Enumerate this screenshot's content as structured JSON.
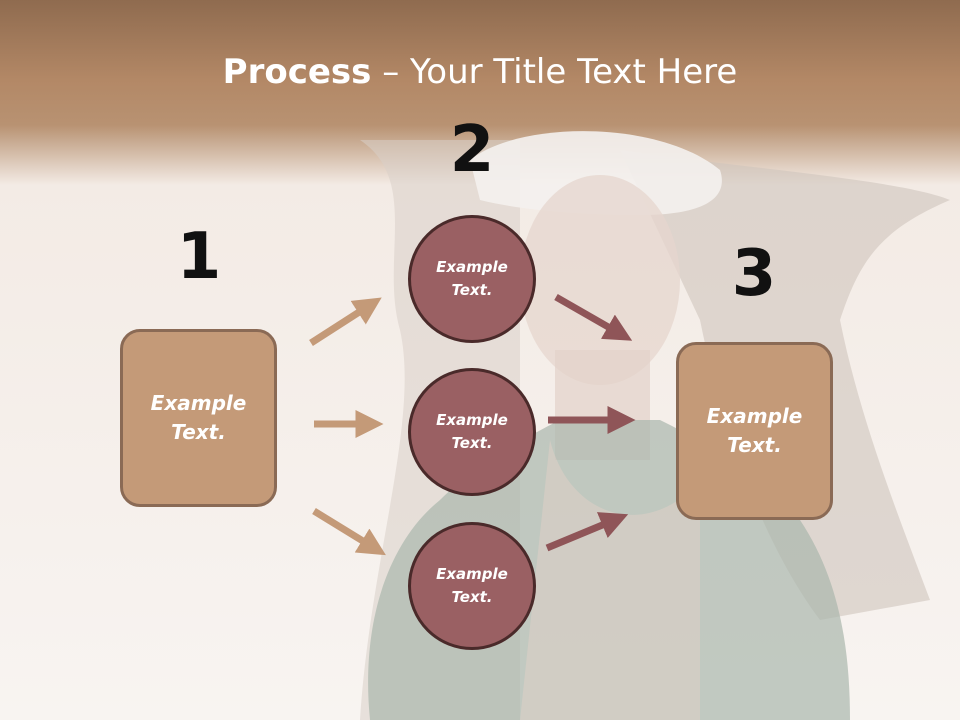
{
  "slide": {
    "title_bold": "Process",
    "title_dash": "–",
    "title_rest": "Your Title Text Here"
  },
  "steps": [
    {
      "number": "1",
      "label": "Example Text."
    },
    {
      "number": "2",
      "label": ""
    },
    {
      "number": "3",
      "label": "Example Text."
    }
  ],
  "circles": [
    {
      "label": "Example Text."
    },
    {
      "label": "Example Text."
    },
    {
      "label": "Example Text."
    }
  ],
  "colors": {
    "box_fill": "#c49a78",
    "circle_fill": "#9a6063",
    "arrow_left": "#c49a78",
    "arrow_right": "#8f5558"
  }
}
